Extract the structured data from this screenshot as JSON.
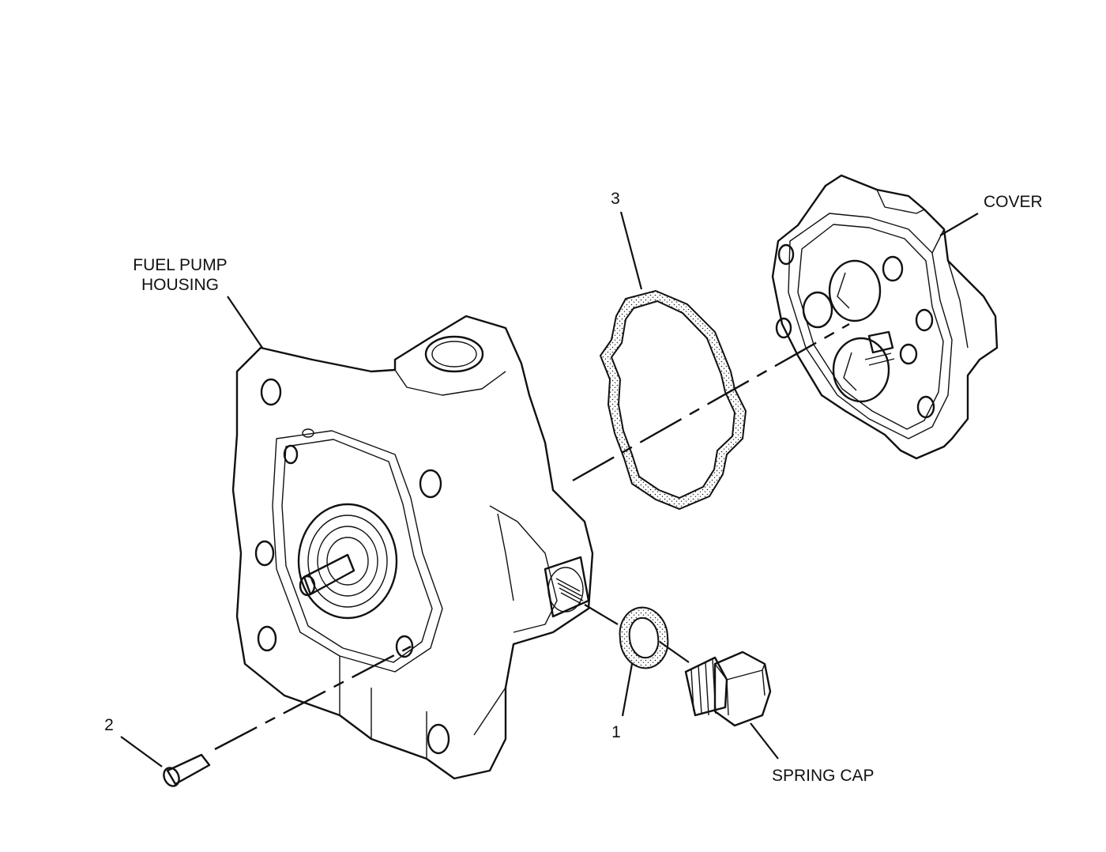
{
  "labels": {
    "housing_line1": "FUEL PUMP",
    "housing_line2": "HOUSING",
    "cover": "COVER",
    "spring_cap": "SPRING CAP",
    "callout_1": "1",
    "callout_2": "2",
    "callout_3": "3"
  },
  "colors": {
    "line": "#111111",
    "background": "#ffffff"
  }
}
